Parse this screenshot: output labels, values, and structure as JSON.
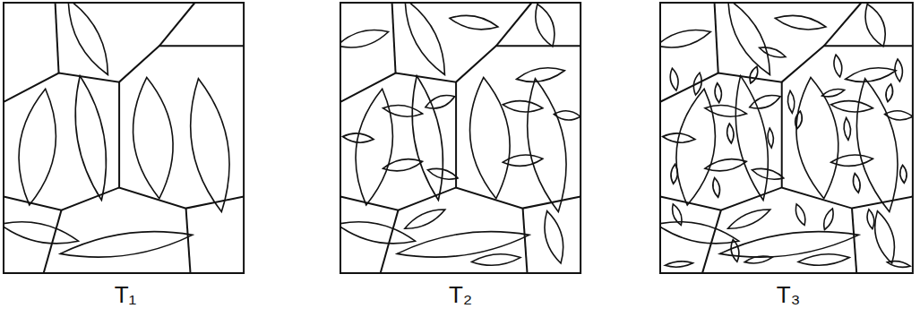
{
  "diagram": {
    "labels": [
      "T₁",
      "T₂",
      "T₃"
    ]
  }
}
